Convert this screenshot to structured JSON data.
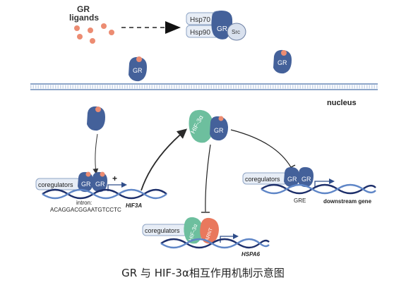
{
  "labels": {
    "gr_ligands_line1": "GR",
    "gr_ligands_line2": "ligands",
    "hsp70": "Hsp70",
    "hsp90": "Hsp90",
    "gr": "GR",
    "src": "Src",
    "nucleus": "nucleus",
    "coregulators": "coregulators",
    "hif3a_protein": "HIF-3α",
    "arnt": "ARNT",
    "plus": "+",
    "intron_label": "intron:",
    "intron_sequence": "ACAGGACGGAATGTCCTC",
    "hif3a_gene": "HIF3A",
    "hspa6_gene": "HSPA6",
    "gre": "GRE",
    "downstream_gene": "downstream gene"
  },
  "caption": "GR 与 HIF-3α相互作用机制示意图",
  "colors": {
    "gr_protein": "#44619a",
    "ligand": "#ec8c72",
    "hif3a": "#6dbf9e",
    "arnt": "#e9785d",
    "dna_dark": "#1d2f6b",
    "dna_light": "#5f86c7",
    "membrane": "#8ea6c9",
    "hsp": "#e7edf6"
  }
}
